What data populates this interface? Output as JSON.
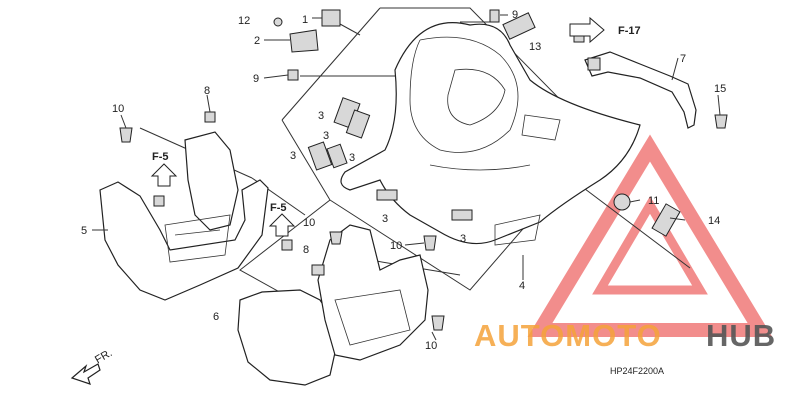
{
  "diagram": {
    "code": "HP24F2200A",
    "direction_label": "FR.",
    "callouts": {
      "c1": "1",
      "c2": "2",
      "c3a": "3",
      "c3b": "3",
      "c3c": "3",
      "c3d": "3",
      "c3e": "3",
      "c3f": "3",
      "c4": "4",
      "c5": "5",
      "c6": "6",
      "c7": "7",
      "c8a": "8",
      "c8b": "8",
      "c9a": "9",
      "c9b": "9",
      "c10a": "10",
      "c10b": "10",
      "c10c": "10",
      "c10d": "10",
      "c11": "11",
      "c12": "12",
      "c13": "13",
      "c14": "14",
      "c15": "15"
    },
    "references": {
      "f17": "F-17",
      "f5a": "F-5",
      "f5b": "F-5"
    }
  },
  "watermark": {
    "part1": "AUTOMOTO",
    "part2": "HUB",
    "color1": "#f4a23a",
    "color2": "#555555",
    "triangle_color": "#e8312f"
  }
}
